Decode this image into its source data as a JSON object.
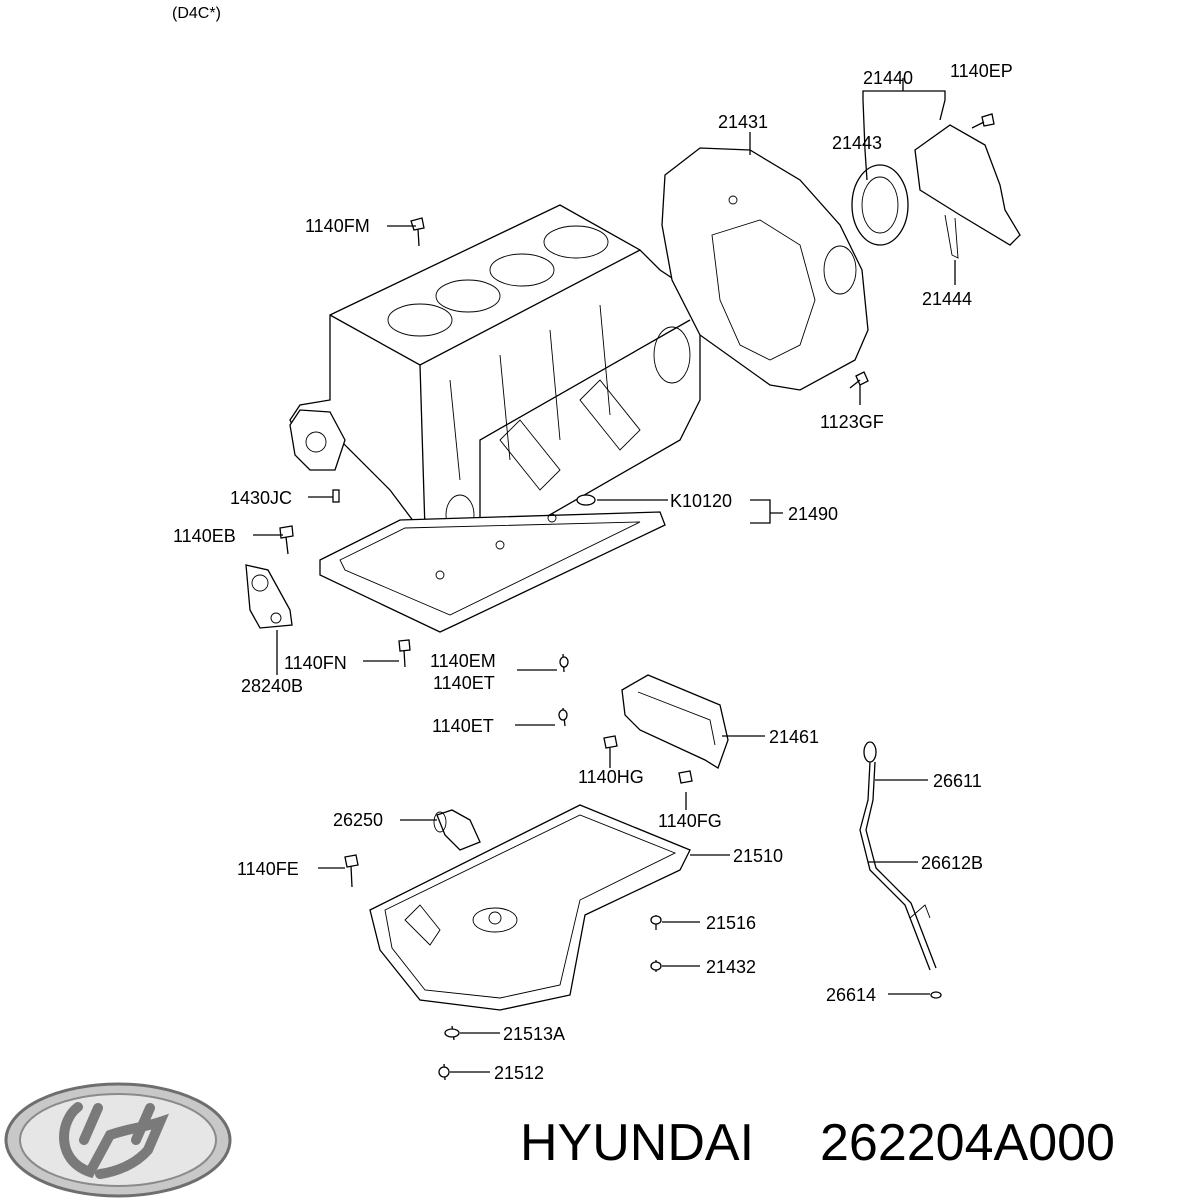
{
  "header": {
    "engine_code": "(D4C*)"
  },
  "brand": {
    "name": "HYUNDAI",
    "part_number": "262204A000"
  },
  "labels": {
    "p21440": "21440",
    "p1140EP": "1140EP",
    "p21431": "21431",
    "p21443": "21443",
    "p1140FM": "1140FM",
    "p21444": "21444",
    "p1123GF": "1123GF",
    "p1430JC": "1430JC",
    "pK10120": "K10120",
    "p21490": "21490",
    "p1140EB": "1140EB",
    "p1140FN": "1140FN",
    "p1140EM": "1140EM",
    "p1140ET_a": "1140ET",
    "p28240B": "28240B",
    "p1140ET_b": "1140ET",
    "p21461": "21461",
    "p1140HG": "1140HG",
    "p26611": "26611",
    "p26250": "26250",
    "p1140FG": "1140FG",
    "p21510": "21510",
    "p1140FE": "1140FE",
    "p26612B": "26612B",
    "p21516": "21516",
    "p21432": "21432",
    "p26614": "26614",
    "p21513A": "21513A",
    "p21512": "21512"
  },
  "icons": {
    "logo": "hyundai-logo"
  }
}
